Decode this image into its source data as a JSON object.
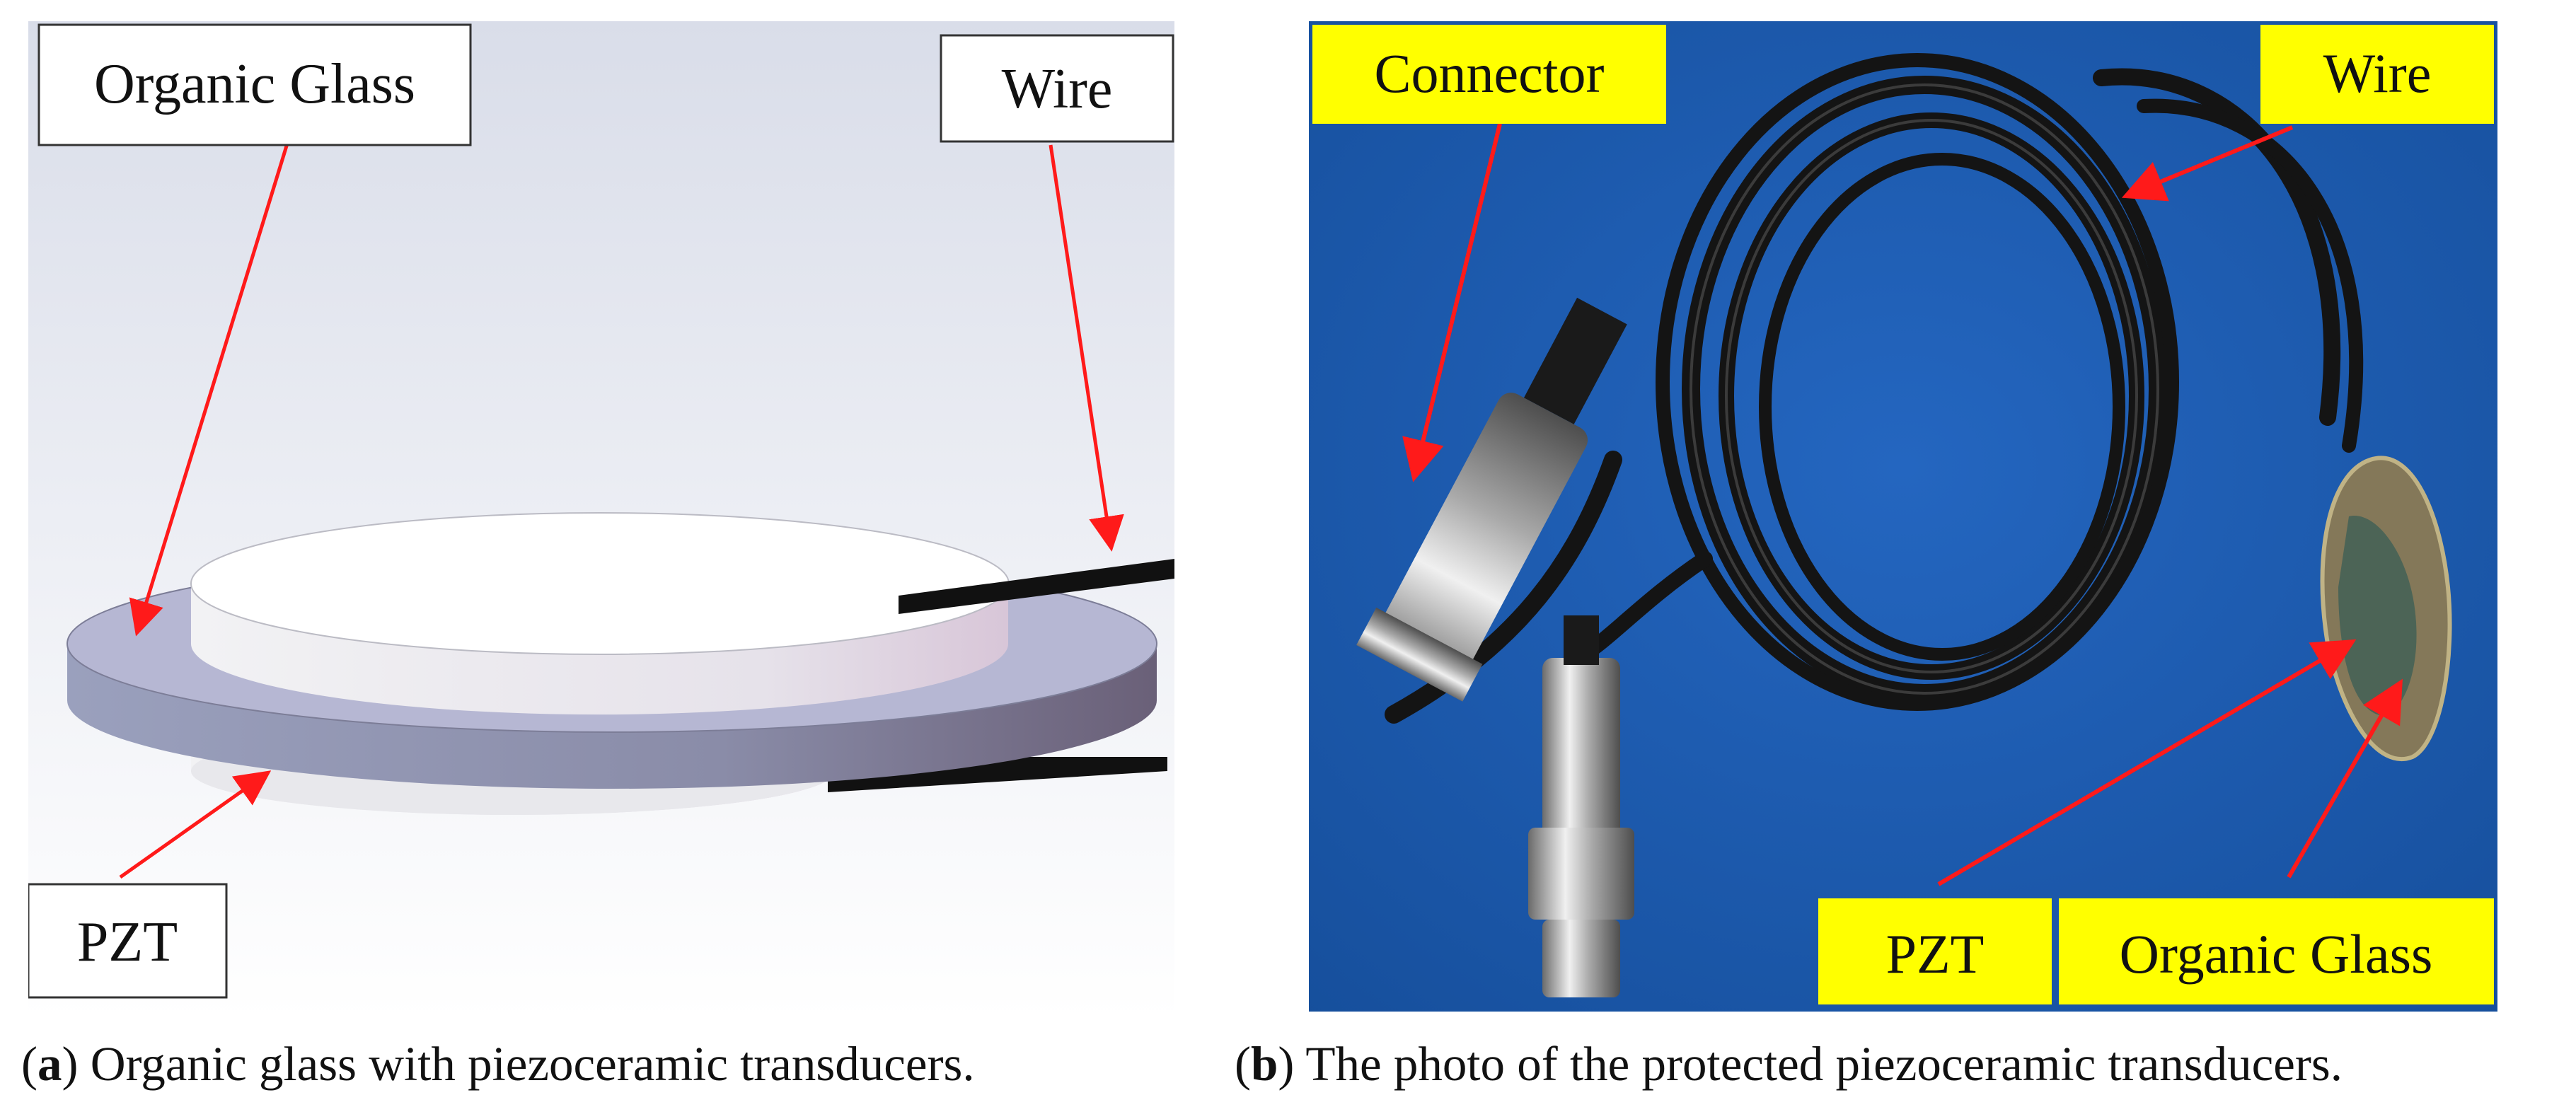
{
  "panel_a": {
    "labels": {
      "organic_glass": "Organic Glass",
      "wire": "Wire",
      "pzt": "PZT"
    },
    "caption": {
      "letter": "a",
      "text": "Organic glass with piezoceramic transducers."
    }
  },
  "panel_b": {
    "labels": {
      "connector": "Connector",
      "wire": "Wire",
      "pzt": "PZT",
      "organic_glass": "Organic Glass"
    },
    "caption": {
      "letter": "b",
      "text": "The photo of the protected piezoceramic transducers."
    }
  },
  "colors": {
    "arrow": "#ff1a1a",
    "label_yellow": "#ffff00",
    "photo_background": "#1f5db0"
  }
}
